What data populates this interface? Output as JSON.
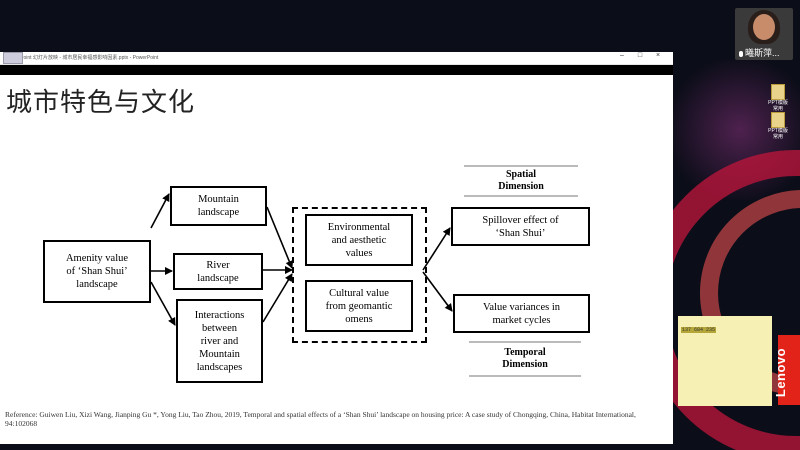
{
  "window": {
    "title": "PowerPoint 幻灯片放映 - 城市居民幸福感影响因素.pptx - PowerPoint"
  },
  "slide": {
    "title": "城市特色与文化",
    "boxes": {
      "amenity": "Amenity value\nof ‘Shan Shui’\nlandscape",
      "mountain": "Mountain\nlandscape",
      "river": "River\nlandscape",
      "interactions": "Interactions\nbetween\nriver and\nMountain\nlandscapes",
      "environmental": "Environmental\nand aesthetic\nvalues",
      "cultural": "Cultural value\nfrom geomantic\nomens",
      "spillover": "Spillover effect of\n‘Shan Shui’",
      "variances": "Value variances in\nmarket cycles"
    },
    "dimensions": {
      "spatial": "Spatial\nDimension",
      "temporal": "Temporal\nDimension"
    },
    "reference": "Reference:  Guiwen Liu, Xizi Wang, Jianping Gu *, Yong Liu, Tao Zhou, 2019, Temporal and spatial effects of a ‘Shan Shui’ landscape on housing price: A case study of Chongqing, China, Habitat International, 94:102068"
  },
  "desktop": {
    "icons": [
      {
        "label": "PPT模版\n常用"
      },
      {
        "label": "PPT模版\n常用"
      }
    ],
    "note_text": "137 684 235",
    "brand": "Lenovo"
  },
  "video_call": {
    "participant_name": "曦斯萍..."
  },
  "colors": {
    "lenovo_red": "#e2231a",
    "note_yellow": "#f7f0b5"
  }
}
